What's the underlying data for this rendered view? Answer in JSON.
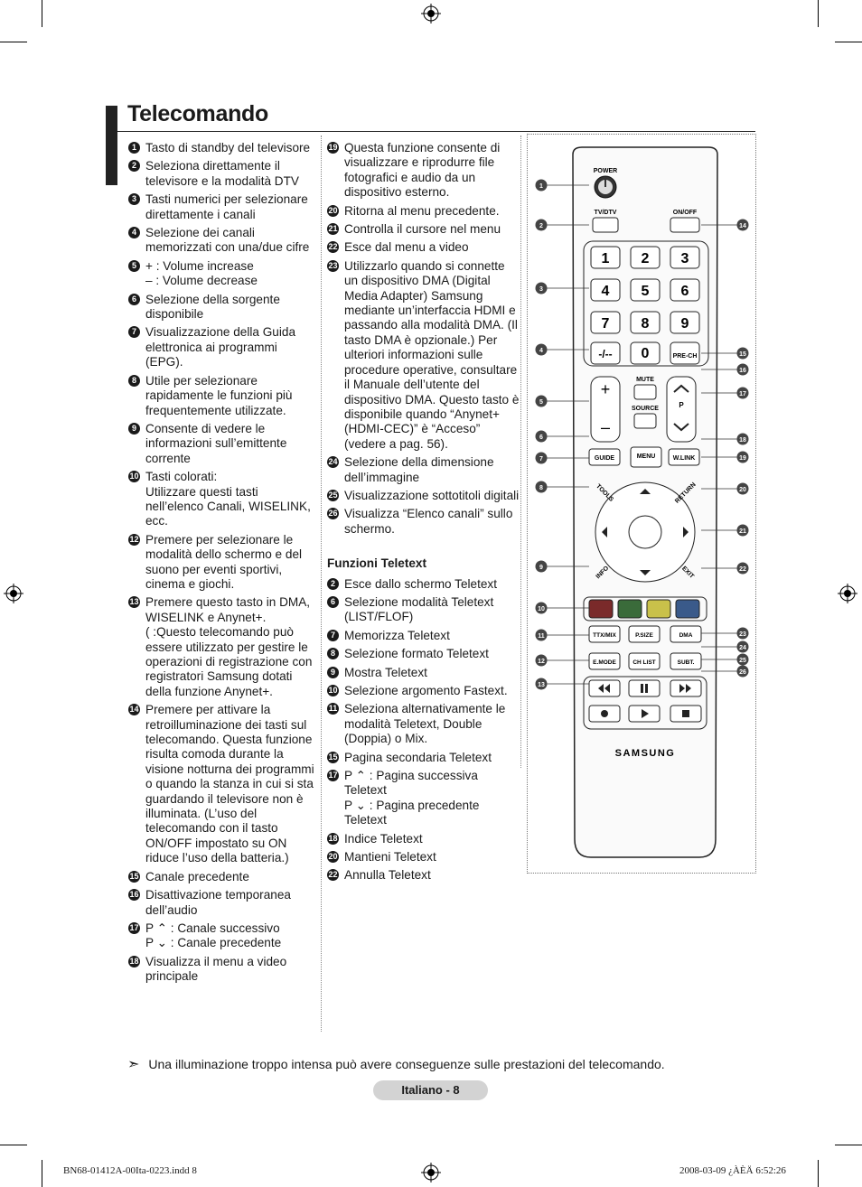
{
  "header": {
    "title": "Telecomando"
  },
  "left_items": [
    {
      "n": "1",
      "lines": [
        "Tasto di standby del televisore"
      ]
    },
    {
      "n": "2",
      "lines": [
        "Seleziona direttamente il televisore e la modalità DTV"
      ]
    },
    {
      "n": "3",
      "lines": [
        "Tasti numerici per selezionare direttamente i canali"
      ]
    },
    {
      "n": "4",
      "lines": [
        "Selezione dei canali memorizzati con una/due cifre"
      ]
    },
    {
      "n": "5",
      "lines": [
        "+ : Volume increase",
        "– : Volume decrease"
      ]
    },
    {
      "n": "6",
      "lines": [
        "Selezione della sorgente",
        "disponibile"
      ]
    },
    {
      "n": "7",
      "lines": [
        "Visualizzazione della Guida elettronica ai programmi (EPG)."
      ]
    },
    {
      "n": "8",
      "lines": [
        "Utile per selezionare rapidamente le funzioni più frequentemente utilizzate."
      ]
    },
    {
      "n": "9",
      "lines": [
        "Consente di vedere le informazioni sull’emittente corrente"
      ]
    },
    {
      "n": "10",
      "lines": [
        "Tasti colorati:",
        "Utilizzare questi tasti nell’elenco Canali, WISELINK, ecc."
      ]
    },
    {
      "n": "12",
      "lines": [
        "Premere per selezionare le modalità dello schermo e del suono per eventi sportivi, cinema e giochi."
      ]
    },
    {
      "n": "13",
      "lines": [
        "Premere questo tasto in DMA, WISELINK e Anynet+.",
        "( :Questo telecomando può essere utilizzato per gestire le operazioni di registrazione con registratori Samsung dotati della funzione Anynet+."
      ]
    },
    {
      "n": "14",
      "lines": [
        "Premere per attivare la retroilluminazione dei tasti sul telecomando. Questa funzione risulta comoda durante la visione notturna dei programmi o quando la stanza in cui si sta guardando il televisore non è illuminata. (L’uso del telecomando con il tasto ON/OFF impostato su ON riduce l’uso della batteria.)"
      ]
    },
    {
      "n": "15",
      "lines": [
        "Canale precedente"
      ]
    },
    {
      "n": "16",
      "lines": [
        "Disattivazione temporanea dell’audio"
      ]
    },
    {
      "n": "17",
      "lines": [
        "P ⌃ :  Canale successivo",
        "P ⌄ :  Canale precedente"
      ]
    },
    {
      "n": "18",
      "lines": [
        "Visualizza il menu a video principale"
      ]
    }
  ],
  "right_items": [
    {
      "n": "19",
      "lines": [
        "Questa funzione consente di visualizzare e riprodurre file fotografici e audio da un dispositivo esterno."
      ]
    },
    {
      "n": "20",
      "lines": [
        "Ritorna al menu precedente."
      ]
    },
    {
      "n": "21",
      "lines": [
        "Controlla il cursore nel menu"
      ]
    },
    {
      "n": "22",
      "lines": [
        "Esce dal menu a video"
      ]
    },
    {
      "n": "23",
      "lines": [
        "Utilizzarlo quando si connette un dispositivo DMA (Digital Media Adapter) Samsung mediante un’interfaccia HDMI e passando alla modalità DMA. (Il tasto DMA è opzionale.) Per ulteriori informazioni sulle procedure operative, consultare il Manuale dell’utente del dispositivo DMA. Questo tasto è disponibile quando “Anynet+ (HDMI-CEC)” è “Acceso” (vedere a pag. 56)."
      ]
    },
    {
      "n": "24",
      "lines": [
        "Selezione della dimensione dell’immagine"
      ]
    },
    {
      "n": "25",
      "lines": [
        "Visualizzazione sottotitoli digitali"
      ]
    },
    {
      "n": "26",
      "lines": [
        "Visualizza “Elenco canali” sullo schermo."
      ]
    }
  ],
  "teletext": {
    "heading": "Funzioni Teletext",
    "items": [
      {
        "n": "2",
        "lines": [
          "Esce dallo schermo Teletext"
        ]
      },
      {
        "n": "6",
        "lines": [
          "Selezione modalità  Teletext (LIST/FLOF)"
        ]
      },
      {
        "n": "7",
        "lines": [
          "Memorizza Teletext"
        ]
      },
      {
        "n": "8",
        "lines": [
          "Selezione formato Teletext"
        ]
      },
      {
        "n": "9",
        "lines": [
          "Mostra Teletext"
        ]
      },
      {
        "n": "10",
        "lines": [
          "Selezione argomento Fastext."
        ]
      },
      {
        "n": "11",
        "lines": [
          "Seleziona alternativamente le modalità Teletext, Double (Doppia) o Mix."
        ]
      },
      {
        "n": "15",
        "lines": [
          "Pagina secondaria Teletext"
        ]
      },
      {
        "n": "17",
        "lines": [
          "P ⌃ : Pagina successiva Teletext",
          "P ⌄ : Pagina precedente Teletext"
        ]
      },
      {
        "n": "18",
        "lines": [
          "Indice Teletext"
        ]
      },
      {
        "n": "20",
        "lines": [
          "Mantieni Teletext"
        ]
      },
      {
        "n": "22",
        "lines": [
          "Annulla Teletext"
        ]
      }
    ]
  },
  "remote": {
    "brand": "SAMSUNG",
    "labels": {
      "power": "POWER",
      "tvdtv": "TV/DTV",
      "onoff": "ON/OFF",
      "mute": "MUTE",
      "source": "SOURCE",
      "p": "P",
      "prech": "PRE-CH",
      "dash": "-/--",
      "guide": "GUIDE",
      "menu": "MENU",
      "wlink": "W.LINK",
      "tools": "TOOLS",
      "return": "RETURN",
      "info": "INFO",
      "exit": "EXIT",
      "ttxmix": "TTX/MIX",
      "psize": "P.SIZE",
      "dma": "DMA",
      "emode": "E.MODE",
      "chlist": "CH LIST",
      "subt": "SUBT."
    },
    "digits": [
      "1",
      "2",
      "3",
      "4",
      "5",
      "6",
      "7",
      "8",
      "9",
      "0"
    ],
    "color_keys": [
      "#7a2a2a",
      "#3a6b3a",
      "#c9c14a",
      "#3a5a8a"
    ],
    "callouts_left": [
      "1",
      "2",
      "3",
      "4",
      "5",
      "6",
      "7",
      "8",
      "9",
      "10",
      "11",
      "12",
      "13"
    ],
    "callouts_right": [
      "14",
      "15",
      "16",
      "17",
      "18",
      "19",
      "20",
      "21",
      "22",
      "23",
      "24",
      "25",
      "26"
    ]
  },
  "note": "Una illuminazione troppo intensa può avere conseguenze sulle prestazioni del telecomando.",
  "page_label": "Italiano - 8",
  "footer": {
    "left": "BN68-01412A-00Ita-0223.indd   8",
    "right": "2008-03-09   ¿ÀÈÄ 6:52:26"
  }
}
